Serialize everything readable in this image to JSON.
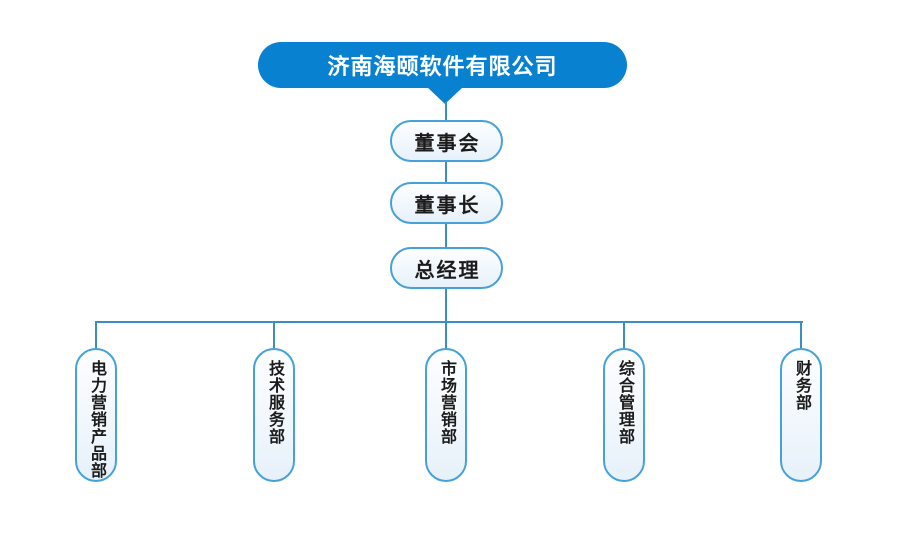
{
  "org_chart": {
    "company": {
      "name": "济南海颐软件有限公司"
    },
    "hierarchy": [
      {
        "label": "董事会"
      },
      {
        "label": "董事长"
      },
      {
        "label": "总经理"
      }
    ],
    "departments": [
      {
        "label": "电力营销产品部"
      },
      {
        "label": "技术服务部"
      },
      {
        "label": "市场营销部"
      },
      {
        "label": "综合管理部"
      },
      {
        "label": "财务部"
      }
    ],
    "colors": {
      "company_bg": "#0981d1",
      "company_text": "#ffffff",
      "node_border": "#46a1d9",
      "node_fill_top": "#fdfeff",
      "node_fill_bottom": "#e7f1fa",
      "connector": "#3a8ec5",
      "node_text": "#1b1b1b"
    }
  }
}
